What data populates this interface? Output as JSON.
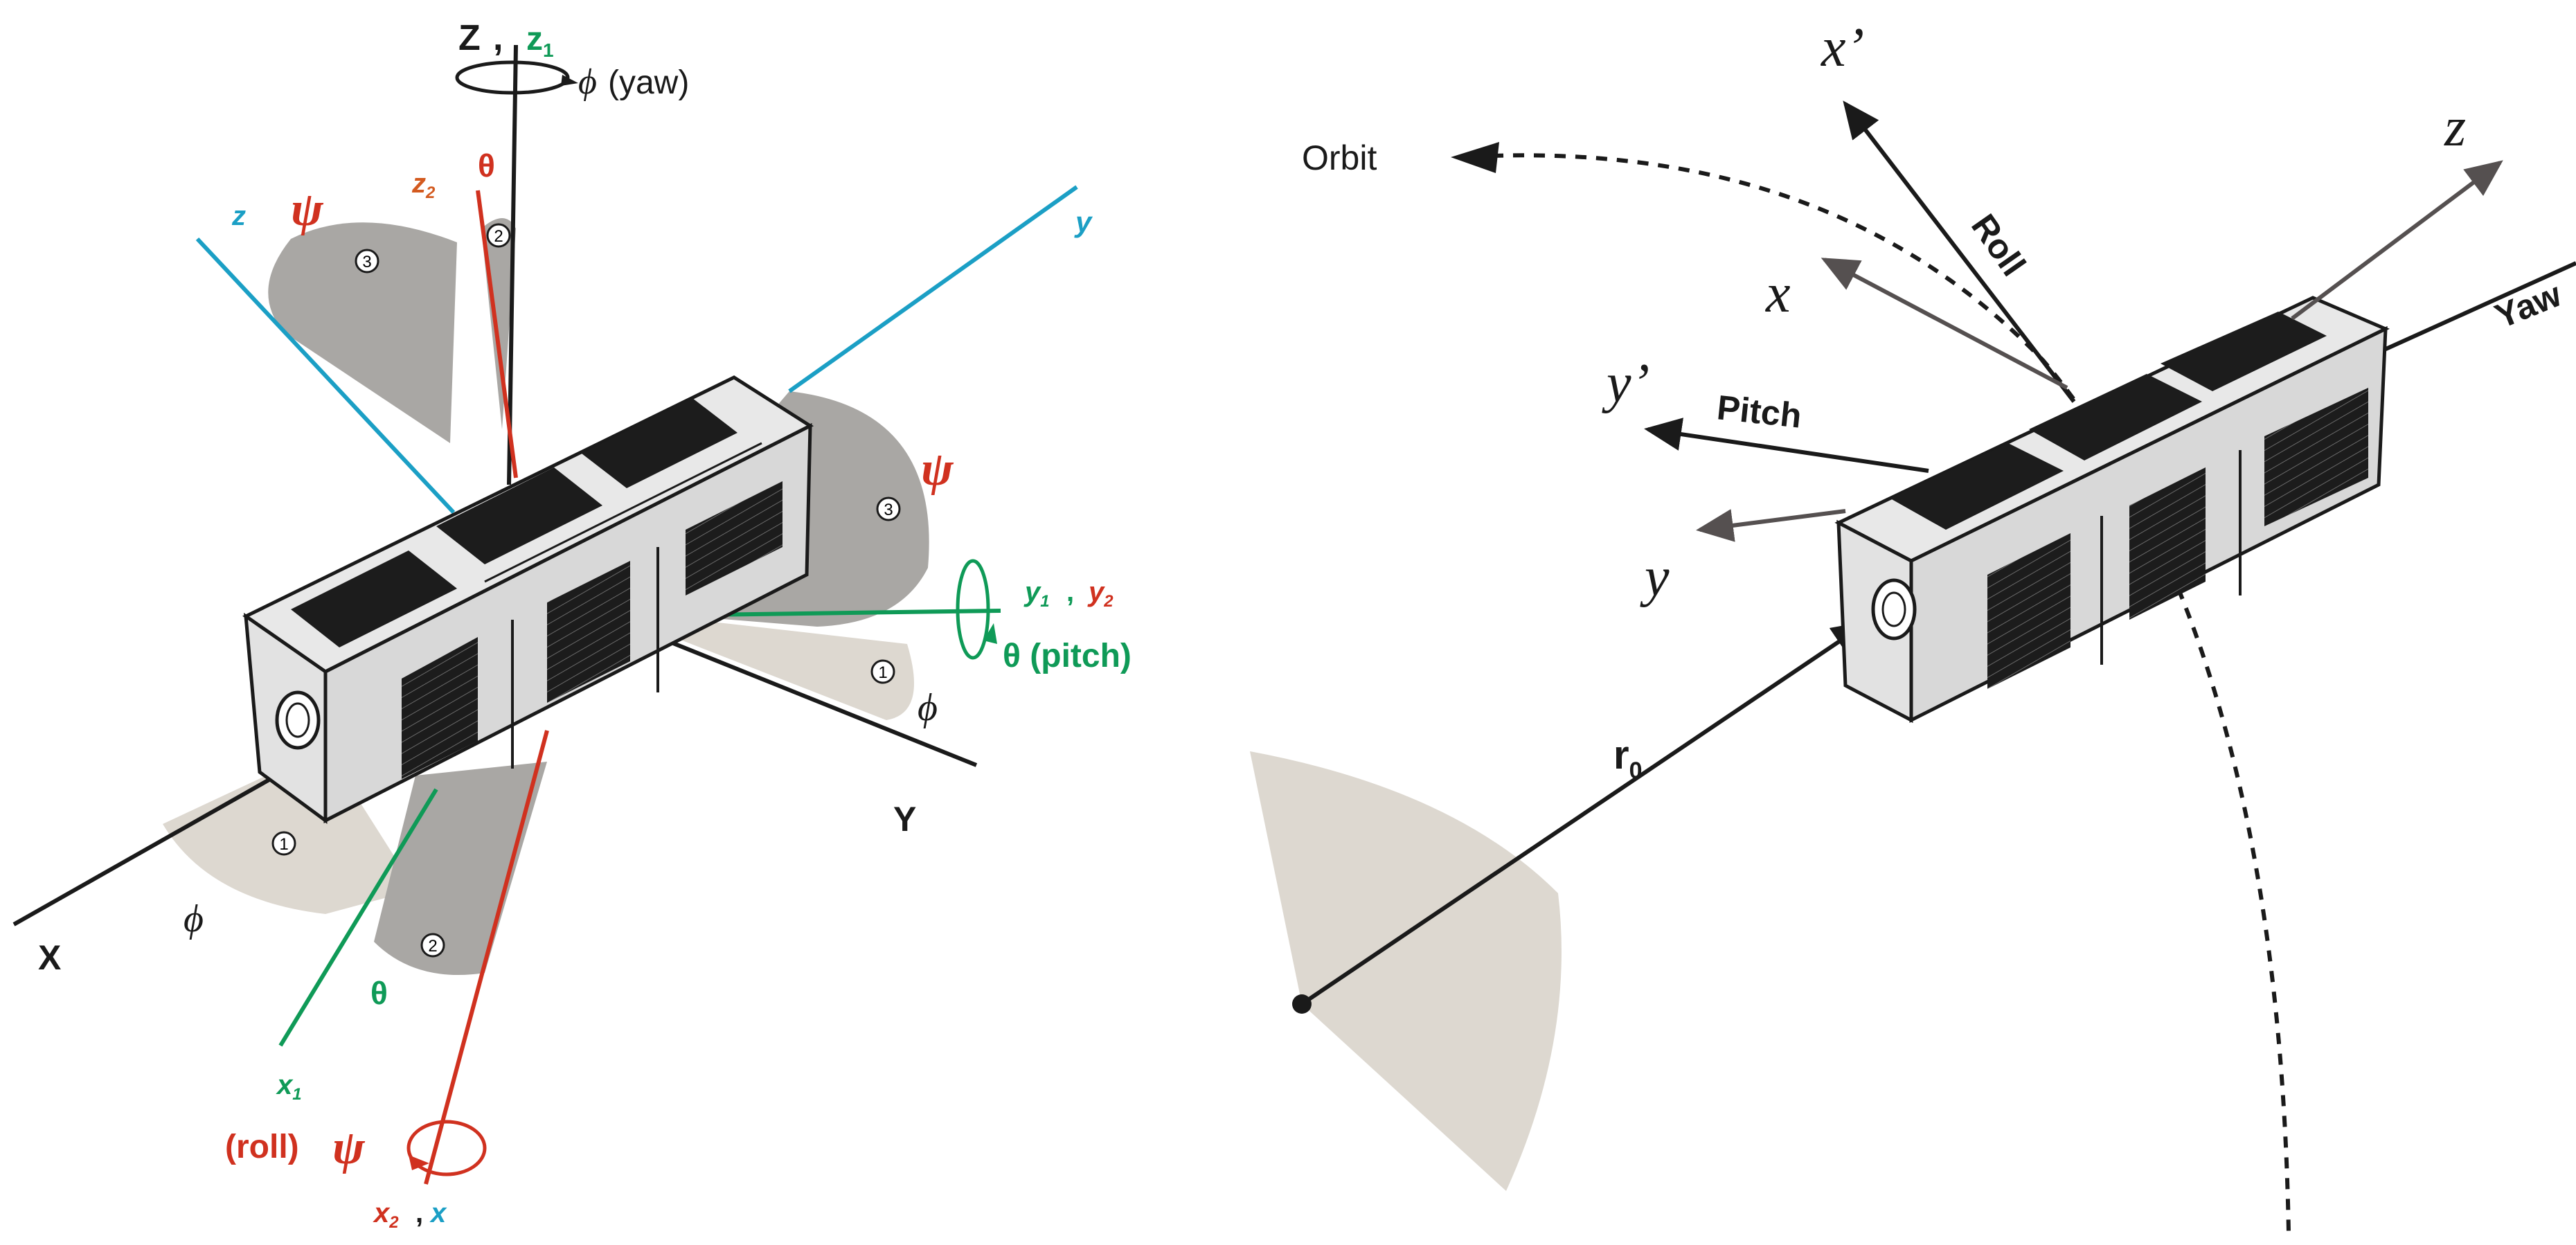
{
  "colors": {
    "black": "#1a1a1a",
    "red": "#d0311f",
    "green": "#0f9a57",
    "cyan": "#1b9fc5",
    "orange": "#d35a1f",
    "sector_dark": "#a9a7a4",
    "sector_light": "#ddd8d0",
    "gray_arrow": "#555050",
    "body_light": "#e8e8e8"
  },
  "left": {
    "Z": "Z",
    "comma": ",",
    "z1_base": "z",
    "z1_sub": "1",
    "phi_symbol": "ϕ",
    "yaw_label": "(yaw)",
    "theta_top": "θ",
    "z2_base": "z",
    "z2_sub": "2",
    "psi_top": "ψ",
    "z": "z",
    "y": "y",
    "psi_right": "ψ",
    "y1_base": "y",
    "y1_sub": "1",
    "y2_base": "y",
    "y2_sub": "2",
    "theta_pitch": "θ (pitch)",
    "phi_right": "ϕ",
    "Y": "Y",
    "X": "X",
    "phi_left": "ϕ",
    "theta_bottom": "θ",
    "x1_base": "x",
    "x1_sub": "1",
    "roll_label": "(roll)",
    "psi_roll": "ψ",
    "x2_base": "x",
    "x2_sub": "2",
    "x": "x",
    "n1": "1",
    "n2": "2",
    "n3": "3"
  },
  "right": {
    "orbit": "Orbit",
    "x_prime": "x’",
    "z": "z",
    "roll": "Roll",
    "x": "x",
    "yaw": "Yaw",
    "y_prime": "y’",
    "pitch": "Pitch",
    "y": "y",
    "r0_base": "r",
    "r0_sub": "0"
  }
}
